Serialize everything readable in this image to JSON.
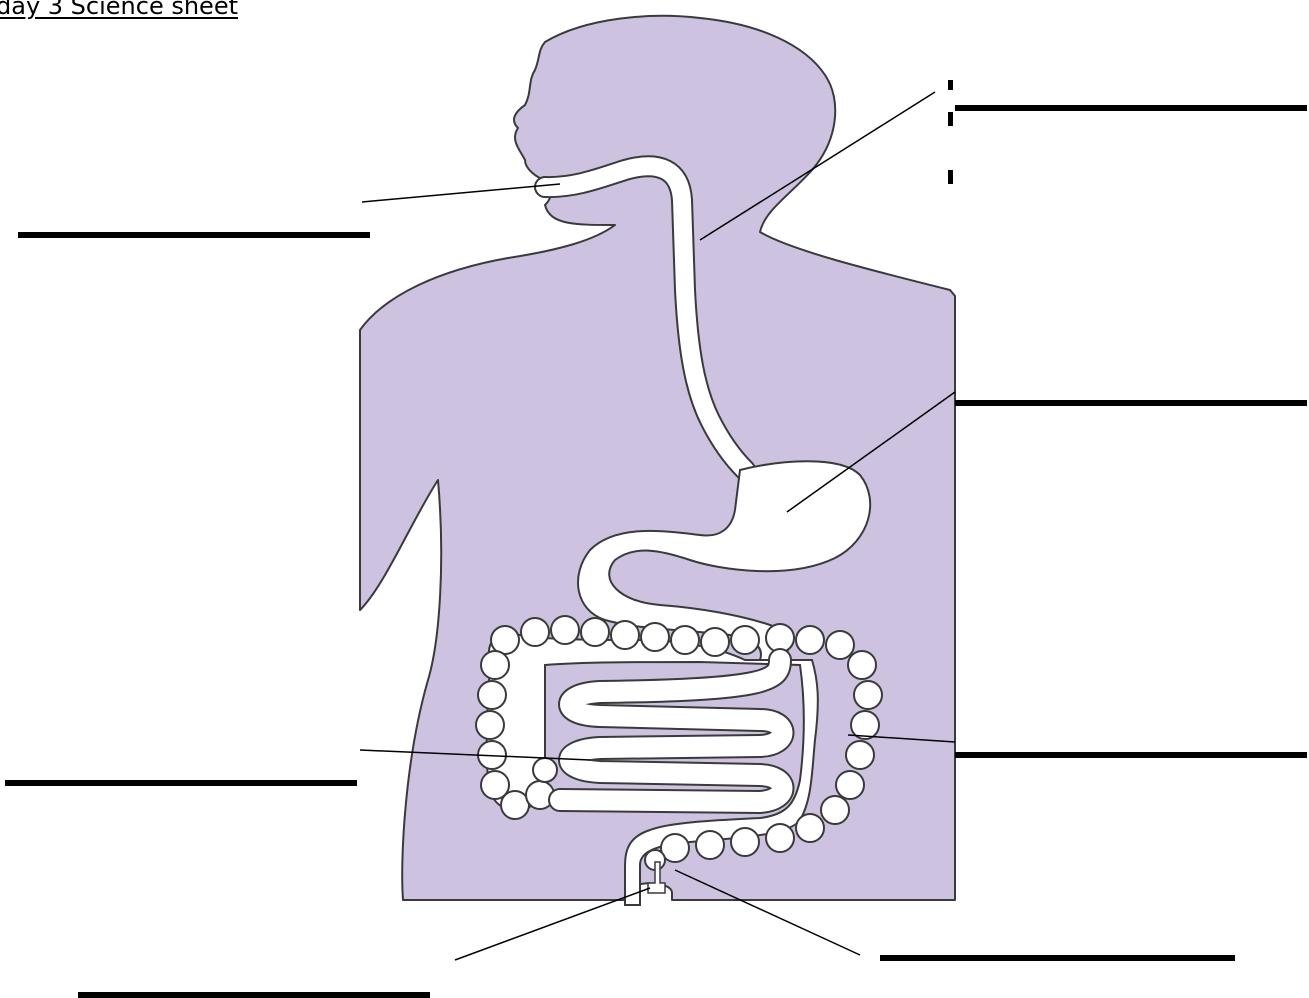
{
  "title": "day 3 Science sheet",
  "colors": {
    "body_fill": "#cdc3e0",
    "tract_fill": "#ffffff",
    "outline": "#3a3a3a",
    "answer_line": "#000000",
    "background": "#ffffff"
  },
  "labels": [
    {
      "id": "mouth",
      "text": ""
    },
    {
      "id": "oesophagus",
      "text": ""
    },
    {
      "id": "stomach",
      "text": ""
    },
    {
      "id": "small-intestine",
      "text": ""
    },
    {
      "id": "large-intestine",
      "text": ""
    },
    {
      "id": "rectum",
      "text": ""
    },
    {
      "id": "anus",
      "text": ""
    }
  ]
}
